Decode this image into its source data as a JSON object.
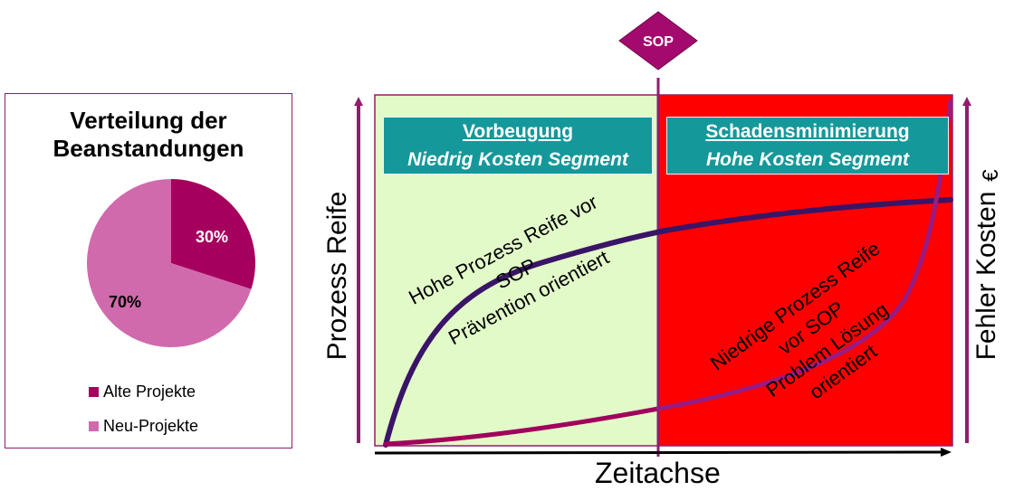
{
  "pie": {
    "title_line1": "Verteilung der",
    "title_line2": "Beanstandungen",
    "slices": [
      {
        "label": "Alte Projekte",
        "value": 30,
        "display": "30%",
        "color": "#a6005e"
      },
      {
        "label": "Neu-Projekte",
        "value": 70,
        "display": "70%",
        "color": "#d06aad"
      }
    ]
  },
  "diagram": {
    "milestone": "SOP",
    "left_segment": {
      "title": "Vorbeugung",
      "subtitle": "Niedrig Kosten Segment",
      "color": "#e2f9c8"
    },
    "right_segment": {
      "title": "Schadensminimierung",
      "subtitle": "Hohe Kosten Segment",
      "color": "#ff0000"
    },
    "y_left_label": "Prozess Reife",
    "y_right_label": "Fehler Kosten",
    "y_right_unit": "€",
    "x_label": "Zeitachse",
    "text_high_line1": "Hohe Prozess Reife vor",
    "text_high_line2": "SOP",
    "text_high_line3": "Prävention orientiert",
    "text_low_line1": "Niedrige Prozess Reife",
    "text_low_line2": "vor SOP",
    "text_low_line3": "Problem Lösung",
    "text_low_line4": "orientiert"
  }
}
